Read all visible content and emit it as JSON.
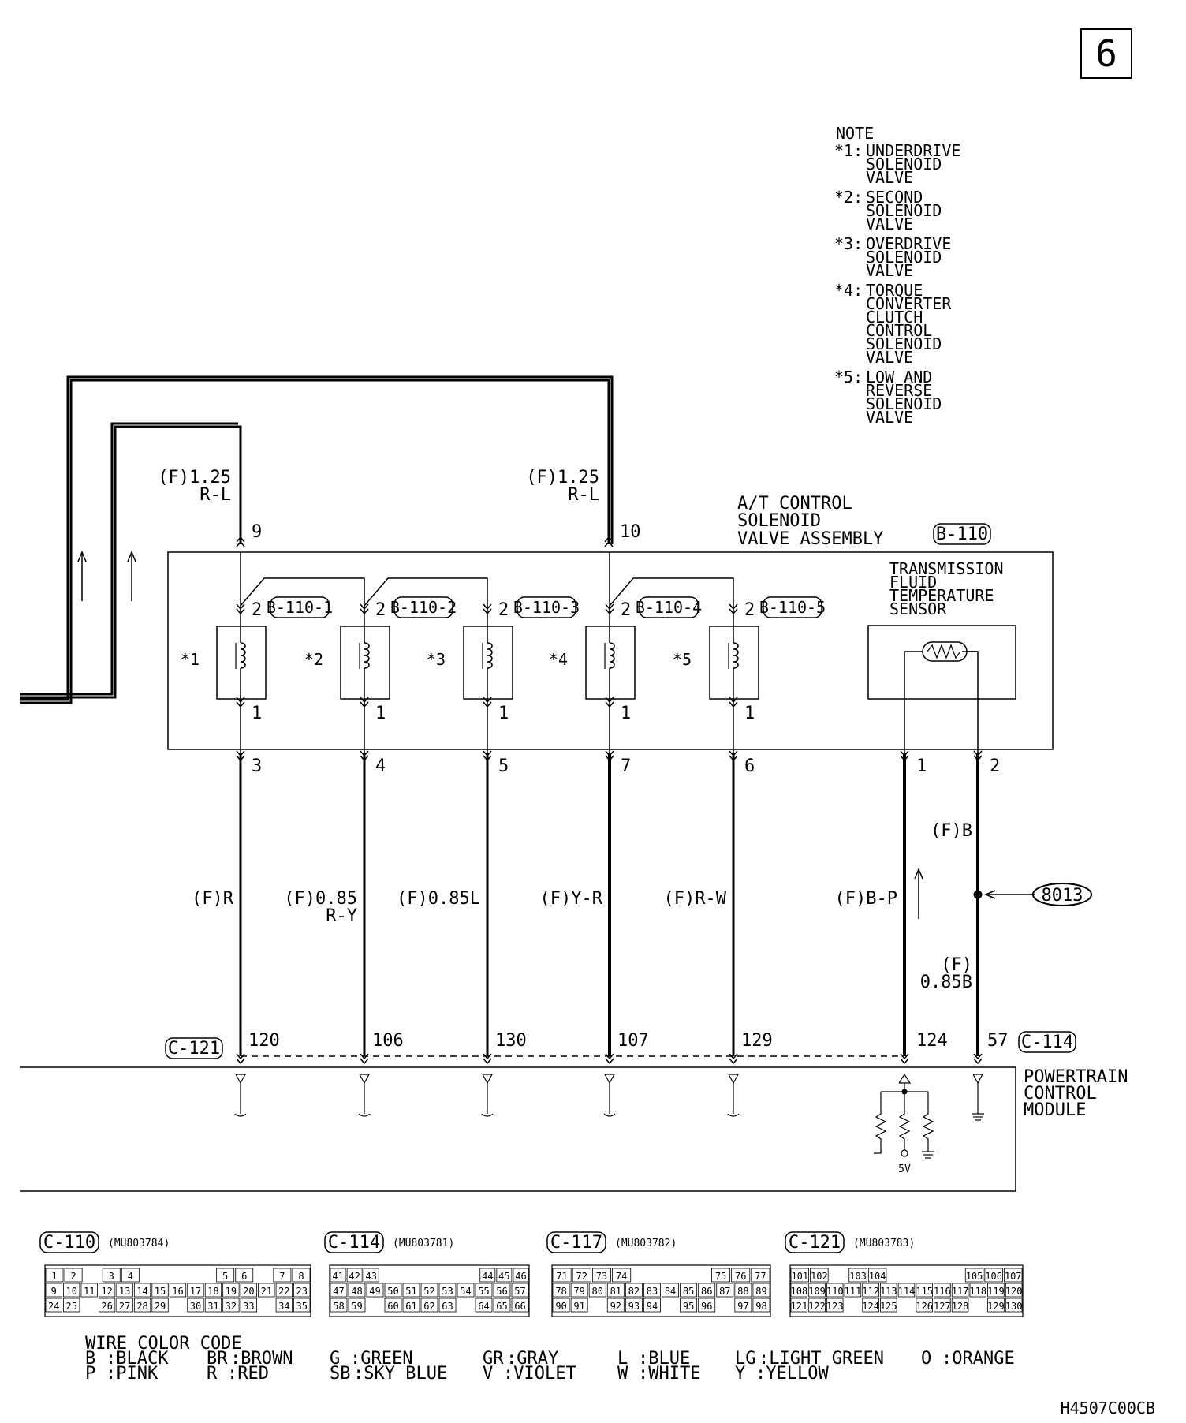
{
  "page_number": "6",
  "diagram_code": "H4507C00CB",
  "note": {
    "title": "NOTE",
    "items": [
      {
        "mark": "*1:",
        "lines": [
          "UNDERDRIVE",
          "SOLENOID",
          "VALVE"
        ]
      },
      {
        "mark": "*2:",
        "lines": [
          "SECOND",
          "SOLENOID",
          "VALVE"
        ]
      },
      {
        "mark": "*3:",
        "lines": [
          "OVERDRIVE",
          "SOLENOID",
          "VALVE"
        ]
      },
      {
        "mark": "*4:",
        "lines": [
          "TORQUE",
          "CONVERTER",
          "CLUTCH",
          "CONTROL",
          "SOLENOID",
          "VALVE"
        ]
      },
      {
        "mark": "*5:",
        "lines": [
          "LOW AND",
          "REVERSE",
          "SOLENOID",
          "VALVE"
        ]
      }
    ]
  },
  "supply_wires": [
    {
      "spec": "(F)1.25",
      "color": "R-L",
      "pin": "9"
    },
    {
      "spec": "(F)1.25",
      "color": "R-L",
      "pin": "10"
    }
  ],
  "assembly": {
    "title_lines": [
      "A/T CONTROL",
      "SOLENOID",
      "VALVE ASSEMBLY"
    ],
    "connector": "B-110"
  },
  "sensor": {
    "title_lines": [
      "TRANSMISSION",
      "FLUID",
      "TEMPERATURE",
      "SENSOR"
    ]
  },
  "solenoids": [
    {
      "mark": "*1",
      "top_pin": "2",
      "bottom_pin": "1",
      "connector": "B-110-1",
      "harness_pin": "3",
      "wire": [
        "(F)R"
      ],
      "pcm_pin": "120"
    },
    {
      "mark": "*2",
      "top_pin": "2",
      "bottom_pin": "1",
      "connector": "B-110-2",
      "harness_pin": "4",
      "wire": [
        "(F)0.85",
        "R-Y"
      ],
      "pcm_pin": "106"
    },
    {
      "mark": "*3",
      "top_pin": "2",
      "bottom_pin": "1",
      "connector": "B-110-3",
      "harness_pin": "5",
      "wire": [
        "(F)0.85L"
      ],
      "pcm_pin": "130"
    },
    {
      "mark": "*4",
      "top_pin": "2",
      "bottom_pin": "1",
      "connector": "B-110-4",
      "harness_pin": "7",
      "wire": [
        "(F)Y-R"
      ],
      "pcm_pin": "107"
    },
    {
      "mark": "*5",
      "top_pin": "2",
      "bottom_pin": "1",
      "connector": "B-110-5",
      "harness_pin": "6",
      "wire": [
        "(F)R-W"
      ],
      "pcm_pin": "129"
    }
  ],
  "sensor_wires": [
    {
      "harness_pin": "1",
      "wire": "(F)B-P",
      "pcm_pin": "124"
    },
    {
      "harness_pin": "2",
      "wire_top": "(F)B",
      "wire_bottom": [
        "(F)",
        "0.85B"
      ],
      "pcm_pin": "57",
      "splice": "8013"
    }
  ],
  "pcm": {
    "connector_left": "C-121",
    "connector_right": "C-114",
    "title_lines": [
      "POWERTRAIN",
      "CONTROL",
      "MODULE"
    ],
    "voltage": "5V"
  },
  "connectors": [
    {
      "id": "C-110",
      "part": "(MU803784)",
      "rows": [
        [
          "1",
          "2",
          "",
          "3",
          "4",
          "",
          "",
          "",
          "",
          "5",
          "6",
          "",
          "7",
          "8"
        ],
        [
          "9",
          "10",
          "11",
          "12",
          "13",
          "14",
          "15",
          "16",
          "17",
          "18",
          "19",
          "20",
          "21",
          "22",
          "23"
        ],
        [
          "24",
          "25",
          "",
          "26",
          "27",
          "28",
          "29",
          "",
          "30",
          "31",
          "32",
          "33",
          "",
          "34",
          "35"
        ]
      ]
    },
    {
      "id": "C-114",
      "part": "(MU803781)",
      "rows": [
        [
          "41",
          "42",
          "43",
          "",
          "",
          "",
          "",
          "",
          "",
          "44",
          "45",
          "46"
        ],
        [
          "47",
          "48",
          "49",
          "50",
          "51",
          "52",
          "53",
          "54",
          "55",
          "56",
          "57"
        ],
        [
          "58",
          "59",
          "",
          "60",
          "61",
          "62",
          "63",
          "",
          "64",
          "65",
          "66"
        ]
      ]
    },
    {
      "id": "C-117",
      "part": "(MU803782)",
      "rows": [
        [
          "71",
          "72",
          "73",
          "74",
          "",
          "",
          "",
          "",
          "75",
          "76",
          "77"
        ],
        [
          "78",
          "79",
          "80",
          "81",
          "82",
          "83",
          "84",
          "85",
          "86",
          "87",
          "88",
          "89"
        ],
        [
          "90",
          "91",
          "",
          "92",
          "93",
          "94",
          "",
          "95",
          "96",
          "",
          "97",
          "98"
        ]
      ]
    },
    {
      "id": "C-121",
      "part": "(MU803783)",
      "rows": [
        [
          "101",
          "102",
          "",
          "103",
          "104",
          "",
          "",
          "",
          "",
          "105",
          "106",
          "107"
        ],
        [
          "108",
          "109",
          "110",
          "111",
          "112",
          "113",
          "114",
          "115",
          "116",
          "117",
          "118",
          "119",
          "120"
        ],
        [
          "121",
          "122",
          "123",
          "",
          "124",
          "125",
          "",
          "126",
          "127",
          "128",
          "",
          "129",
          "130"
        ]
      ]
    }
  ],
  "wire_color_code": {
    "title": "WIRE COLOR CODE",
    "row1": [
      [
        "B",
        ":BLACK"
      ],
      [
        "BR",
        ":BROWN"
      ],
      [
        "G",
        ":GREEN"
      ],
      [
        "GR",
        ":GRAY"
      ],
      [
        "L",
        ":BLUE"
      ],
      [
        "LG",
        ":LIGHT GREEN"
      ],
      [
        "O",
        ":ORANGE"
      ]
    ],
    "row2": [
      [
        "P",
        ":PINK"
      ],
      [
        "R",
        ":RED"
      ],
      [
        "SB",
        ":SKY BLUE"
      ],
      [
        "V",
        ":VIOLET"
      ],
      [
        "W",
        ":WHITE"
      ],
      [
        "Y",
        ":YELLOW"
      ]
    ]
  }
}
